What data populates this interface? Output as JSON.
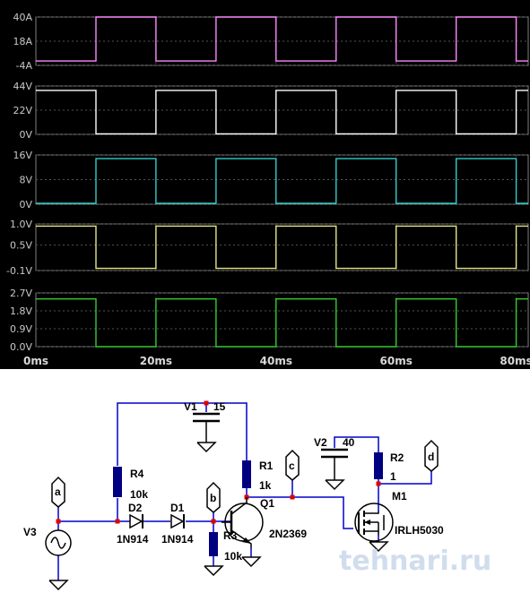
{
  "chart_data": {
    "type": "line",
    "x_unit": "ms",
    "x_ticks": [
      "0ms",
      "20ms",
      "40ms",
      "60ms",
      "80ms"
    ],
    "xlim": [
      0,
      82
    ],
    "panes": [
      {
        "color": "#ff88ff",
        "ylim": [
          -4,
          40
        ],
        "ytick_labels": [
          "40A",
          "18A",
          "-4A"
        ],
        "ytick_values": [
          40,
          18,
          -4
        ],
        "low": 0,
        "high": 40,
        "high_intervals": [
          [
            10,
            20
          ],
          [
            30,
            40
          ],
          [
            50,
            60
          ],
          [
            70,
            80
          ]
        ]
      },
      {
        "color": "#ffffff",
        "ylim": [
          0,
          44
        ],
        "ytick_labels": [
          "44V",
          "22V",
          "0V"
        ],
        "ytick_values": [
          44,
          22,
          0
        ],
        "low": 0.5,
        "high": 40,
        "high_intervals": [
          [
            0,
            10
          ],
          [
            20,
            30
          ],
          [
            40,
            50
          ],
          [
            60,
            70
          ],
          [
            80,
            82
          ]
        ]
      },
      {
        "color": "#33cccc",
        "ylim": [
          0,
          16
        ],
        "ytick_labels": [
          "16V",
          "8V",
          "0V"
        ],
        "ytick_values": [
          16,
          8,
          0
        ],
        "low": 0.3,
        "high": 14.8,
        "high_intervals": [
          [
            10,
            20
          ],
          [
            30,
            40
          ],
          [
            50,
            60
          ],
          [
            70,
            80
          ]
        ]
      },
      {
        "color": "#e6e68a",
        "ylim": [
          -0.1,
          1.0
        ],
        "ytick_labels": [
          "1.0V",
          "0.5V",
          "-0.1V"
        ],
        "ytick_values": [
          1.0,
          0.5,
          -0.1
        ],
        "low": -0.05,
        "high": 0.95,
        "high_intervals": [
          [
            0,
            10
          ],
          [
            20,
            30
          ],
          [
            40,
            50
          ],
          [
            60,
            70
          ],
          [
            80,
            82
          ]
        ]
      },
      {
        "color": "#33cc33",
        "ylim": [
          0,
          2.7
        ],
        "ytick_labels": [
          "2.7V",
          "1.8V",
          "0.9V",
          "0.0V"
        ],
        "ytick_values": [
          2.7,
          1.8,
          0.9,
          0.0
        ],
        "low": 0,
        "high": 2.4,
        "high_intervals": [
          [
            0,
            10
          ],
          [
            20,
            30
          ],
          [
            40,
            50
          ],
          [
            60,
            70
          ],
          [
            80,
            82
          ]
        ]
      }
    ]
  },
  "schematic": {
    "v3": "V3",
    "v1": {
      "name": "V1",
      "value": "15"
    },
    "v2": {
      "name": "V2",
      "value": "40"
    },
    "r4": {
      "name": "R4",
      "value": "10k"
    },
    "r1": {
      "name": "R1",
      "value": "1k"
    },
    "r2": {
      "name": "R2",
      "value": "1"
    },
    "r3": {
      "name": "R3",
      "value": "10k"
    },
    "d2": {
      "name": "D2",
      "part": "1N914"
    },
    "d1": {
      "name": "D1",
      "part": "1N914"
    },
    "q1": {
      "name": "Q1",
      "part": "2N2369"
    },
    "m1": {
      "name": "M1",
      "part": "IRLH5030"
    },
    "labels": {
      "a": "a",
      "b": "b",
      "c": "c",
      "d": "d"
    },
    "watermark": "tehnari.ru"
  }
}
